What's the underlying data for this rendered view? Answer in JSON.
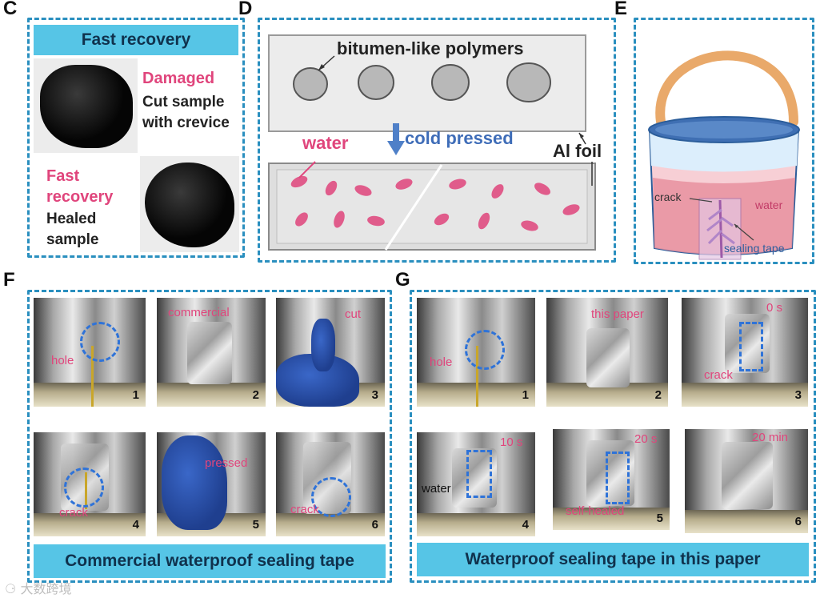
{
  "panels": {
    "C": {
      "letter": "C",
      "header": "Fast recovery",
      "damaged_title": "Damaged",
      "damaged_desc_1": "Cut sample",
      "damaged_desc_2": "with crevice",
      "recovery_title_1": "Fast",
      "recovery_title_2": "recovery",
      "recovery_desc_1": "Healed",
      "recovery_desc_2": "sample"
    },
    "D": {
      "letter": "D",
      "top_label": "bitumen-like polymers",
      "arrow_label": "cold pressed",
      "water_label": "water",
      "foil_label": "Al foil"
    },
    "E": {
      "letter": "E",
      "crack_label": "crack",
      "water_label": "water",
      "tape_label": "sealing tape"
    },
    "F": {
      "letter": "F",
      "caption": "Commercial waterproof sealing tape",
      "photos": [
        {
          "num": "1",
          "label": "hole"
        },
        {
          "num": "2",
          "label": "commercial"
        },
        {
          "num": "3",
          "label": "cut"
        },
        {
          "num": "4",
          "label": "crack"
        },
        {
          "num": "5",
          "label": "pressed"
        },
        {
          "num": "6",
          "label": "crack"
        }
      ]
    },
    "G": {
      "letter": "G",
      "caption": "Waterproof sealing tape in this paper",
      "photos": [
        {
          "num": "1",
          "label": "hole"
        },
        {
          "num": "2",
          "label": "this paper"
        },
        {
          "num": "3",
          "label": "0 s",
          "label2": "crack"
        },
        {
          "num": "4",
          "label": "10 s",
          "label2": "water"
        },
        {
          "num": "5",
          "label": "20 s",
          "label2": "self-healed"
        },
        {
          "num": "6",
          "label": "20 min"
        }
      ]
    }
  },
  "watermark": "大数跨境",
  "colors": {
    "accent_pink": "#e0457c",
    "band_blue": "#56c5e6",
    "dash_blue": "#2a8fbf",
    "circle_blue": "#2f73d8"
  }
}
